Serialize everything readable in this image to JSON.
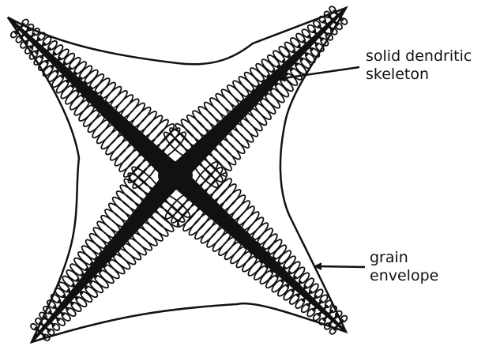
{
  "figure": {
    "labels": {
      "skeleton": {
        "line1": "solid dendritic",
        "line2": "skeleton"
      },
      "envelope": {
        "line1": "grain",
        "line2": "envelope"
      }
    },
    "colors": {
      "ink": "#111111",
      "background": "#ffffff"
    }
  }
}
